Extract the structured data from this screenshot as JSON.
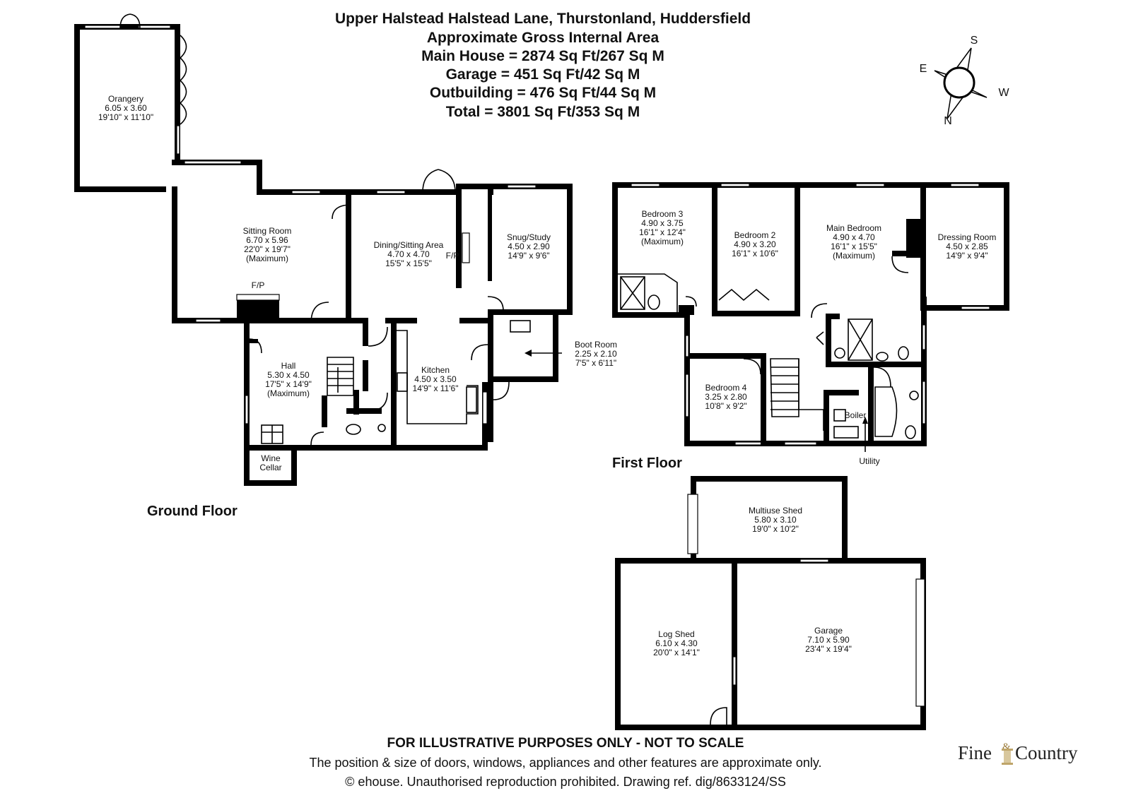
{
  "header": {
    "lines": [
      "Upper Halstead Halstead Lane, Thurstonland, Huddersfield",
      "Approximate Gross Internal Area",
      "Main House = 2874 Sq Ft/267 Sq M",
      "Garage = 451 Sq Ft/42 Sq M",
      "Outbuilding = 476 Sq Ft/44 Sq M",
      "Total = 3801 Sq Ft/353 Sq M"
    ]
  },
  "compass": {
    "s": "S",
    "e": "E",
    "w": "W",
    "n": "N"
  },
  "floors": {
    "ground": "Ground Floor",
    "first": "First Floor"
  },
  "rooms": {
    "orangery": [
      "Orangery",
      "6.05 x 3.60",
      "19'10\" x 11'10\""
    ],
    "sitting": [
      "Sitting Room",
      "6.70 x 5.96",
      "22'0\" x 19'7\"",
      "(Maximum)"
    ],
    "dining": [
      "Dining/Sitting Area",
      "4.70 x 4.70",
      "15'5\" x 15'5\""
    ],
    "snug": [
      "Snug/Study",
      "4.50 x 2.90",
      "14'9\" x 9'6\""
    ],
    "boot": [
      "Boot Room",
      "2.25 x 2.10",
      "7'5\" x 6'11\""
    ],
    "hall": [
      "Hall",
      "5.30 x 4.50",
      "17'5\" x 14'9\"",
      "(Maximum)"
    ],
    "kitchen": [
      "Kitchen",
      "4.50 x 3.50",
      "14'9\" x 11'6\""
    ],
    "wine": [
      "Wine",
      "Cellar"
    ],
    "bed3": [
      "Bedroom 3",
      "4.90 x 3.75",
      "16'1\" x 12'4\"",
      "(Maximum)"
    ],
    "bed2": [
      "Bedroom 2",
      "4.90 x 3.20",
      "16'1\" x 10'6\""
    ],
    "main": [
      "Main Bedroom",
      "4.90 x 4.70",
      "16'1\" x 15'5\"",
      "(Maximum)"
    ],
    "dress": [
      "Dressing Room",
      "4.50 x 2.85",
      "14'9\" x 9'4\""
    ],
    "bed4": [
      "Bedroom 4",
      "3.25 x 2.80",
      "10'8\" x 9'2\""
    ],
    "shed": [
      "Multiuse Shed",
      "5.80 x 3.10",
      "19'0\" x 10'2\""
    ],
    "log": [
      "Log Shed",
      "6.10 x 4.30",
      "20'0\" x 14'1\""
    ],
    "garage": [
      "Garage",
      "7.10 x 5.90",
      "23'4\" x 19'4\""
    ]
  },
  "labels": {
    "fp": "F/P",
    "boiler": "Boiler",
    "utility": "Utility"
  },
  "footer": {
    "line1": "FOR ILLUSTRATIVE PURPOSES ONLY - NOT TO SCALE",
    "line2": "The position & size of doors, windows, appliances and other features are approximate only.",
    "line3": "© ehouse. Unauthorised reproduction prohibited. Drawing ref. dig/8633124/SS"
  },
  "logo": {
    "left": "Fine",
    "mid": "&",
    "right": "Country"
  }
}
